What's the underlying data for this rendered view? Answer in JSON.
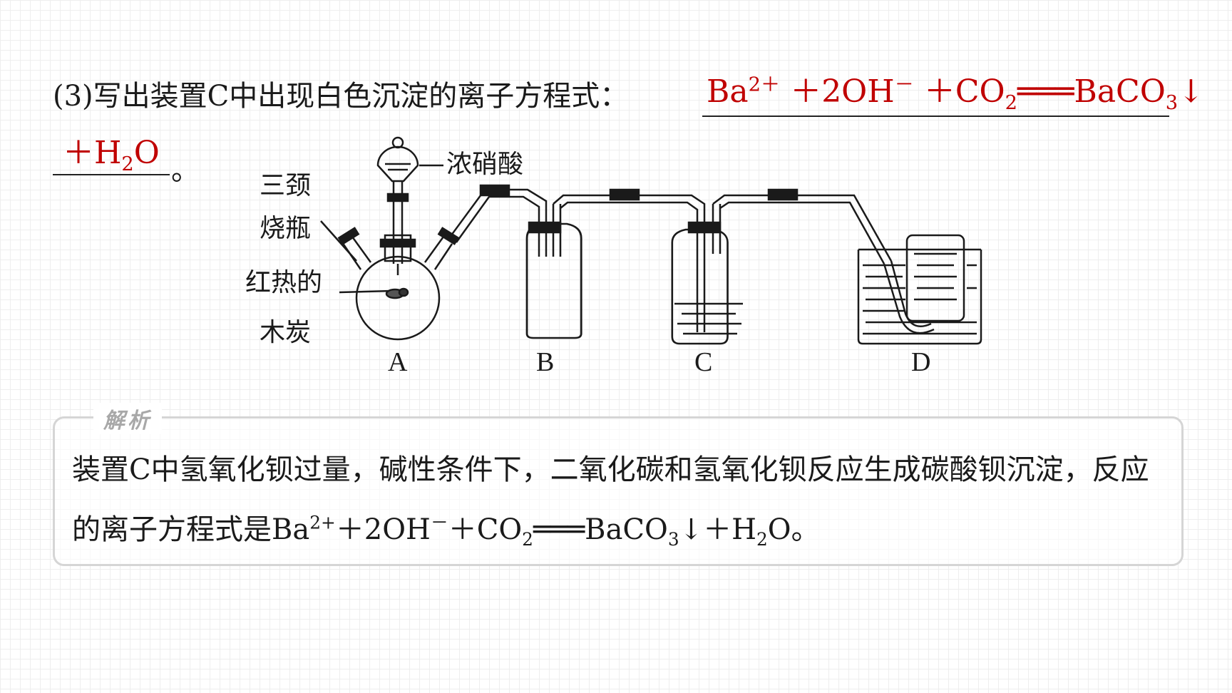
{
  "question": {
    "text": "(3)写出装置C中出现白色沉淀的离子方程式："
  },
  "answer": {
    "line1": {
      "ba": "Ba",
      "ba_charge": "2＋",
      "oh": " ＋2OH",
      "oh_charge": "－",
      "co2_prefix": " ＋CO",
      "co2_sub": "2",
      "eq": "═══",
      "baco3": "BaCO",
      "baco3_sub": "3",
      "arrow": "↓"
    },
    "line2": {
      "h2o_prefix": "＋H",
      "h2o_sub": "2",
      "h2o_suffix": "O"
    },
    "period": "。"
  },
  "diagram": {
    "labels": {
      "three_neck_line1": "三颈",
      "three_neck_line2": "烧瓶",
      "charcoal_line1": "红热的",
      "charcoal_line2": "木炭",
      "nitric_acid": "浓硝酸"
    },
    "apparatus": [
      "A",
      "B",
      "C",
      "D"
    ]
  },
  "analysis": {
    "title": "解析",
    "body_part1": "装置C中氢氧化钡过量，碱性条件下，二氧化碳和氢氧化钡反应生成碳酸钡沉淀，反应的离子方程式是Ba",
    "body_sup1": "2+",
    "body_part2": "＋2OH",
    "body_sup2": "－",
    "body_part3": "＋CO",
    "body_sub1": "2",
    "body_part4": "═══BaCO",
    "body_sub2": "3",
    "body_part5": "↓＋H",
    "body_sub3": "2",
    "body_part6": "O。"
  }
}
